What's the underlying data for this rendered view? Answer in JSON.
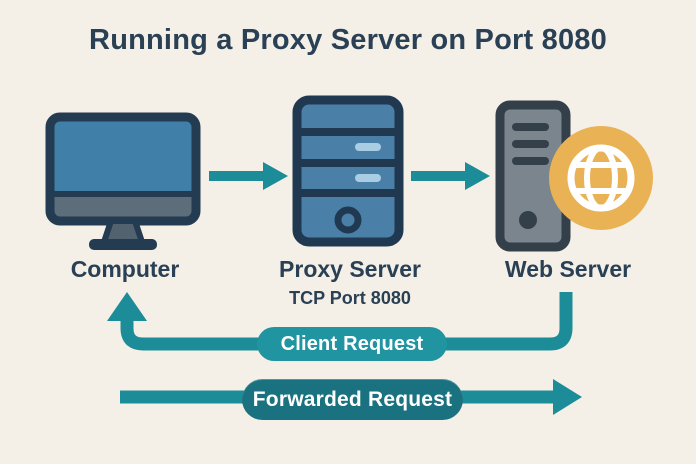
{
  "title": "Running a Proxy Server on Port 8080",
  "nodes": [
    {
      "label": "Computer",
      "icon": "desktop-monitor-icon"
    },
    {
      "label": "Proxy Server",
      "sublabel": "TCP Port 8080",
      "icon": "server-tower-icon"
    },
    {
      "label": "Web Server",
      "icon": "server-tower-globe-icon"
    }
  ],
  "flows": [
    {
      "label": "Client Request"
    },
    {
      "label": "Forwarded Request"
    }
  ],
  "colors": {
    "background": "#f4efe7",
    "heading_text": "#2a4054",
    "arrow_teal": "#1d8c99",
    "client_pill": "#2094a1",
    "forwarded_pill": "#1a7280",
    "monitor_screen_blue": "#4080a8",
    "proxy_tower_blue": "#4a80a8",
    "web_tower_gray": "#7b858e",
    "dark_outline": "#233c51",
    "globe_orange": "#e9b255"
  }
}
